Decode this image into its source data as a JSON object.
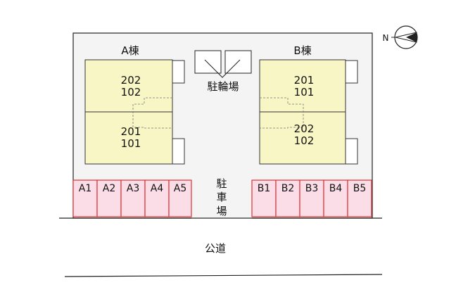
{
  "building_a": {
    "label": "A棟",
    "upper_units": [
      "202",
      "102"
    ],
    "lower_units": [
      "201",
      "101"
    ]
  },
  "building_b": {
    "label": "B棟",
    "upper_units": [
      "201",
      "101"
    ],
    "lower_units": [
      "202",
      "102"
    ]
  },
  "bicycle_parking": {
    "label": "駐輪場"
  },
  "car_parking": {
    "label": [
      "駐",
      "車",
      "場"
    ]
  },
  "parking_a": [
    "A1",
    "A2",
    "A3",
    "A4",
    "A5"
  ],
  "parking_b": [
    "B1",
    "B2",
    "B3",
    "B4",
    "B5"
  ],
  "road": {
    "label": "公道"
  },
  "compass": {
    "label": "N"
  },
  "colors": {
    "building_fill": "#f8f6c4",
    "space_fill": "#fadde6",
    "space_border": "#e03030",
    "site_fill": "#f4f4f4"
  }
}
